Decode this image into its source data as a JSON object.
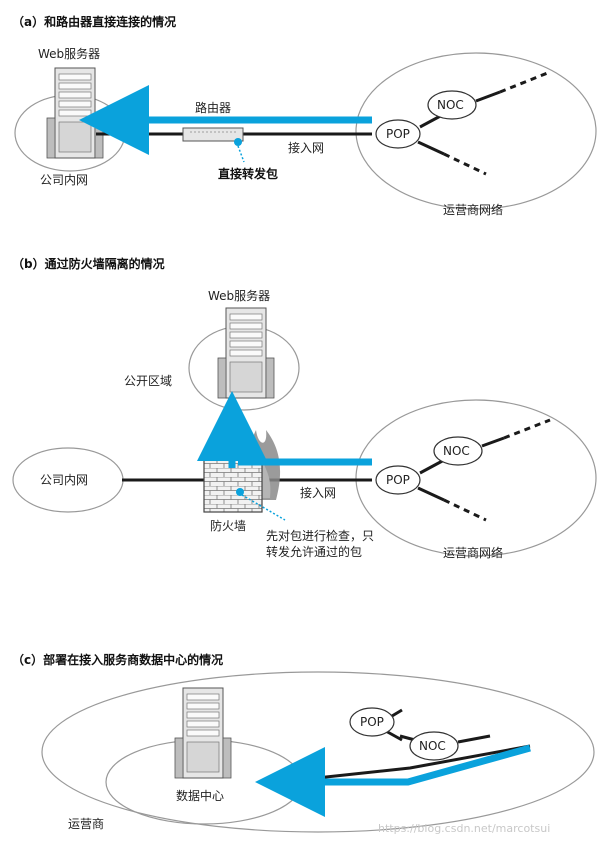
{
  "section_a": {
    "heading": "（a）和路由器直接连接的情况",
    "web_server": "Web服务器",
    "router": "路由器",
    "access_net": "接入网",
    "company_lan": "公司内网",
    "direct_forward": "直接转发包",
    "pop": "POP",
    "noc": "NOC",
    "provider_net": "运营商网络"
  },
  "section_b": {
    "heading": "（b）通过防火墙隔离的情况",
    "web_server": "Web服务器",
    "public_zone": "公开区域",
    "company_lan": "公司内网",
    "firewall": "防火墙",
    "access_net": "接入网",
    "note_line1": "先对包进行检查，只",
    "note_line2": "转发允许通过的包",
    "pop": "POP",
    "noc": "NOC",
    "provider_net": "运营商网络"
  },
  "section_c": {
    "heading": "（c）部署在接入服务商数据中心的情况",
    "pop": "POP",
    "noc": "NOC",
    "datacenter": "数据中心",
    "provider": "运营商"
  },
  "watermark": "https://blog.csdn.net/marcotsui",
  "colors": {
    "accent": "#0aa2dc",
    "line": "#1a1a1a",
    "server": "#d8d8d8"
  }
}
